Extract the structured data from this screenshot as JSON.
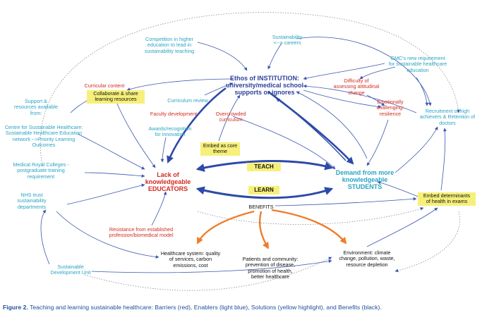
{
  "nodes": {
    "ethos": "Ethos of INSTITUTION:\nuniversity/medical school\nsupports or ignores",
    "lack": "Lack of\nknowledgeable\nEDUCATORS",
    "demand": "Demand from more\nknowledgeable\nSTUDENTS",
    "teach": "TEACH",
    "learn": "LEARN",
    "benefits": "BENEFITS",
    "competition": "Competition in higher\neducation to lead in\nsustainability teaching",
    "sustain_careers": "Sustainability\n<--> careers",
    "gmc": "GMC's new requirement\nfor sustainable healthcare\neducation",
    "curricular_content": "Curricular content",
    "collaborate": "Collaborate & share\nlearning resources",
    "support": "Support &\nresources available\nfrom:",
    "centre": "Centre for Sustainable Healthcare:\nSustainable Healthcare Education\nnetwork -->Priority Learning\nOutcomes",
    "curriculum_review": "Curriculum review",
    "faculty_dev": "Faculty development",
    "awards": "Awards/recognition\nfor innovation",
    "overcrowded": "Overcrowded\ncurriculum",
    "embed_core": "Embed as core\ntheme",
    "difficulty": "Difficulty of\nassessing attitudinal\nchange",
    "emotional": "Emotionally\nchallenging:\nresilience",
    "recruitment": "Recruitment of high\nachievers & Retention of\ndoctors",
    "royal_colleges": "Medical Royal Colleges -\npostgraduate training\nrequirement",
    "nhs_trust": "NHS trust\nsustainability\ndepartments",
    "resistance": "Resistance from established\nprofession/biomedical model",
    "embed_determinants": "Embed determinants\nof health in exams",
    "healthcare_system": "Healthcare system: quality\nof services, carbon\nemissions, cost",
    "patients": "Patients and community:\nprevention of disease,\npromotion of health,\nbetter healthcare",
    "environment": "Environment: climate\nchange, pollution, waste,\nresource depletion",
    "sdu": "Sustainable\nDevelopment Unit"
  },
  "caption": {
    "label": "Figure 2.",
    "text": "Teaching and learning sustainable healthcare: Barriers (red), Enablers (light blue), Solutions (yellow highlight), and Benefits (black)."
  },
  "colors": {
    "barrier": "#d42a1f",
    "enabler": "#2aa3c4",
    "solution_highlight": "#f6f07a",
    "benefit": "#111111",
    "main_arrows": "#2d4aa8",
    "benefit_arrows": "#ee7d2a",
    "thin_arrows": "#3b56b0"
  }
}
